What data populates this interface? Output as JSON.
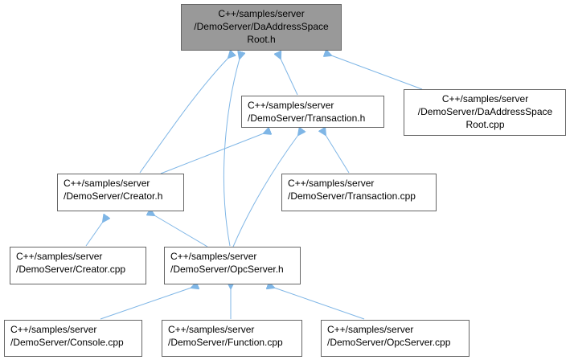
{
  "diagram": {
    "edge_color": "#7fb6e6",
    "root_fill": "#999999",
    "nodes": [
      {
        "id": "root",
        "lines": [
          "C++/samples/server",
          "/DemoServer/DaAddressSpace",
          "Root.h"
        ]
      },
      {
        "id": "transaction_h",
        "lines": [
          "C++/samples/server",
          "/DemoServer/Transaction.h"
        ]
      },
      {
        "id": "daaddr_cpp",
        "lines": [
          "C++/samples/server",
          "/DemoServer/DaAddressSpace",
          "Root.cpp"
        ]
      },
      {
        "id": "creator_h",
        "lines": [
          "C++/samples/server",
          "/DemoServer/Creator.h"
        ]
      },
      {
        "id": "transaction_cpp",
        "lines": [
          "C++/samples/server",
          "/DemoServer/Transaction.cpp"
        ]
      },
      {
        "id": "creator_cpp",
        "lines": [
          "C++/samples/server",
          "/DemoServer/Creator.cpp"
        ]
      },
      {
        "id": "opcserver_h",
        "lines": [
          "C++/samples/server",
          "/DemoServer/OpcServer.h"
        ]
      },
      {
        "id": "console_cpp",
        "lines": [
          "C++/samples/server",
          "/DemoServer/Console.cpp"
        ]
      },
      {
        "id": "function_cpp",
        "lines": [
          "C++/samples/server",
          "/DemoServer/Function.cpp"
        ]
      },
      {
        "id": "opcserver_cpp",
        "lines": [
          "C++/samples/server",
          "/DemoServer/OpcServer.cpp"
        ]
      }
    ],
    "edges": [
      {
        "from": "transaction_h",
        "to": "root"
      },
      {
        "from": "daaddr_cpp",
        "to": "root"
      },
      {
        "from": "creator_h",
        "to": "root"
      },
      {
        "from": "opcserver_h",
        "to": "root"
      },
      {
        "from": "creator_h",
        "to": "transaction_h"
      },
      {
        "from": "transaction_cpp",
        "to": "transaction_h"
      },
      {
        "from": "opcserver_h",
        "to": "transaction_h"
      },
      {
        "from": "creator_cpp",
        "to": "creator_h"
      },
      {
        "from": "opcserver_h",
        "to": "creator_h"
      },
      {
        "from": "console_cpp",
        "to": "opcserver_h"
      },
      {
        "from": "function_cpp",
        "to": "opcserver_h"
      },
      {
        "from": "opcserver_cpp",
        "to": "opcserver_h"
      }
    ]
  }
}
